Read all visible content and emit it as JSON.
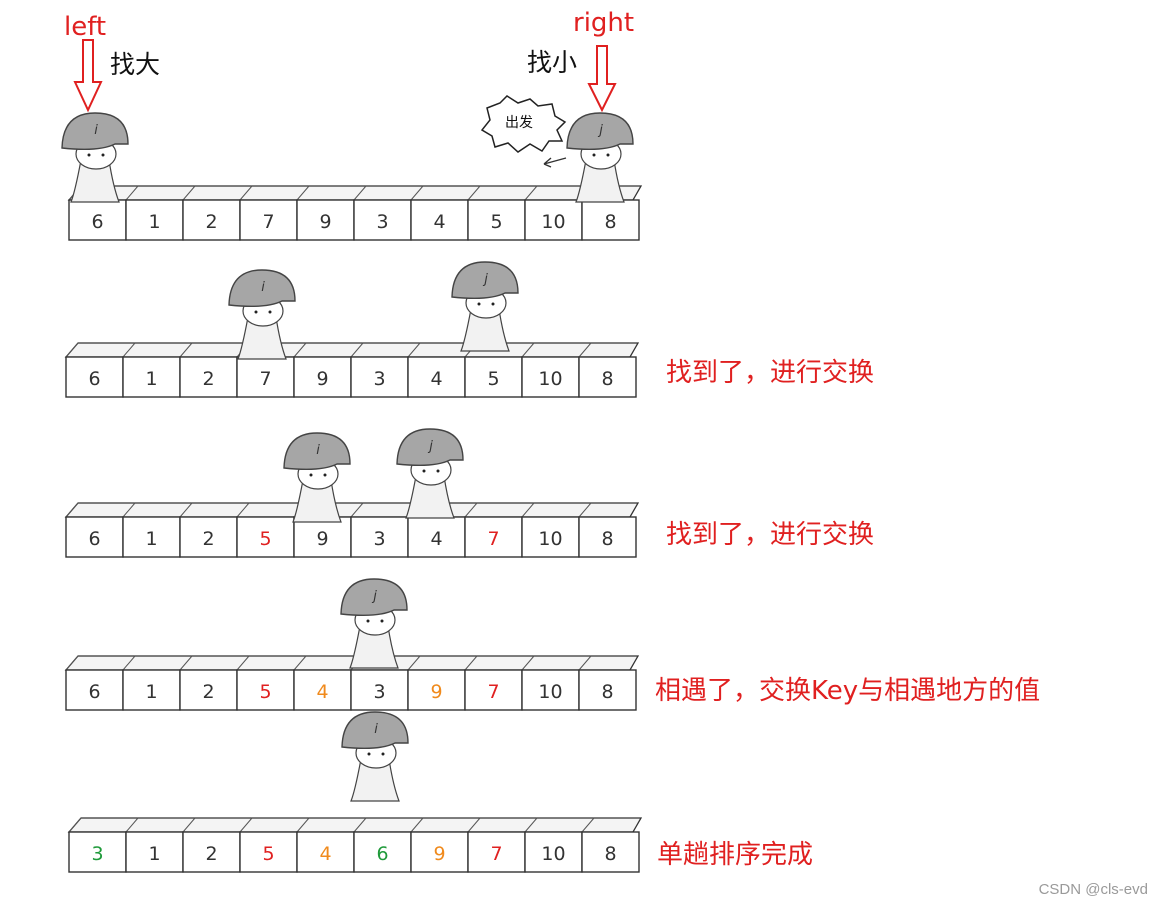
{
  "header": {
    "left_label": "left",
    "right_label": "right",
    "left_hint": "找大",
    "right_hint": "找小",
    "speech_bubble": "出发"
  },
  "figures": {
    "i_letter": "i",
    "j_letter": "j"
  },
  "rows": [
    {
      "cells": [
        "6",
        "1",
        "2",
        "7",
        "9",
        "3",
        "4",
        "5",
        "10",
        "8"
      ],
      "colors": [
        "k",
        "k",
        "k",
        "k",
        "k",
        "k",
        "k",
        "k",
        "k",
        "k"
      ],
      "caption": ""
    },
    {
      "cells": [
        "6",
        "1",
        "2",
        "7",
        "9",
        "3",
        "4",
        "5",
        "10",
        "8"
      ],
      "colors": [
        "k",
        "k",
        "k",
        "k",
        "k",
        "k",
        "k",
        "k",
        "k",
        "k"
      ],
      "caption": "找到了，进行交换"
    },
    {
      "cells": [
        "6",
        "1",
        "2",
        "5",
        "9",
        "3",
        "4",
        "7",
        "10",
        "8"
      ],
      "colors": [
        "k",
        "k",
        "k",
        "r",
        "k",
        "k",
        "k",
        "r",
        "k",
        "k"
      ],
      "caption": "找到了，进行交换"
    },
    {
      "cells": [
        "6",
        "1",
        "2",
        "5",
        "4",
        "3",
        "9",
        "7",
        "10",
        "8"
      ],
      "colors": [
        "k",
        "k",
        "k",
        "r",
        "o",
        "k",
        "o",
        "r",
        "k",
        "k"
      ],
      "caption": "相遇了，交换Key与相遇地方的值"
    },
    {
      "cells": [
        "3",
        "1",
        "2",
        "5",
        "4",
        "6",
        "9",
        "7",
        "10",
        "8"
      ],
      "colors": [
        "g",
        "k",
        "k",
        "r",
        "o",
        "g",
        "o",
        "r",
        "k",
        "k"
      ],
      "caption": "单趟排序完成"
    }
  ],
  "palette": {
    "k": "#333333",
    "r": "#e02020",
    "o": "#f08a1c",
    "g": "#1f9a3a"
  },
  "watermark": "CSDN @cls-evd"
}
